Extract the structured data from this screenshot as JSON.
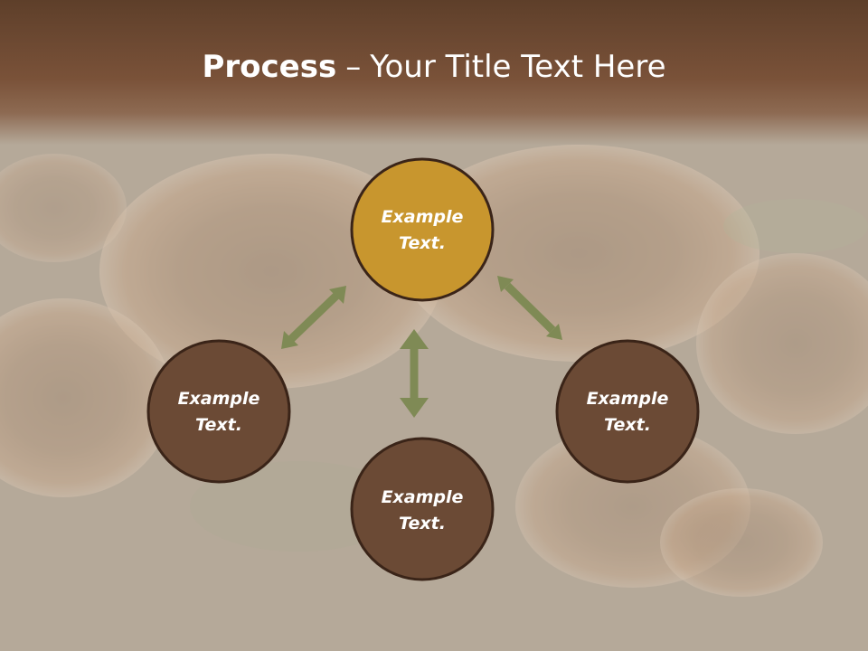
{
  "slide": {
    "title_bold": "Process",
    "title_separator": "–",
    "title_rest": "Your Title Text Here"
  },
  "diagram": {
    "nodes": [
      {
        "id": "top",
        "line1": "Example",
        "line2": "Text.",
        "fill": "#c8962e"
      },
      {
        "id": "left",
        "line1": "Example",
        "line2": "Text.",
        "fill": "#6b4a35"
      },
      {
        "id": "right",
        "line1": "Example",
        "line2": "Text.",
        "fill": "#6b4a35"
      },
      {
        "id": "bottom",
        "line1": "Example",
        "line2": "Text.",
        "fill": "#6b4a35"
      }
    ],
    "node_stroke": "#3a2418",
    "arrow_color": "#7f8a55"
  }
}
